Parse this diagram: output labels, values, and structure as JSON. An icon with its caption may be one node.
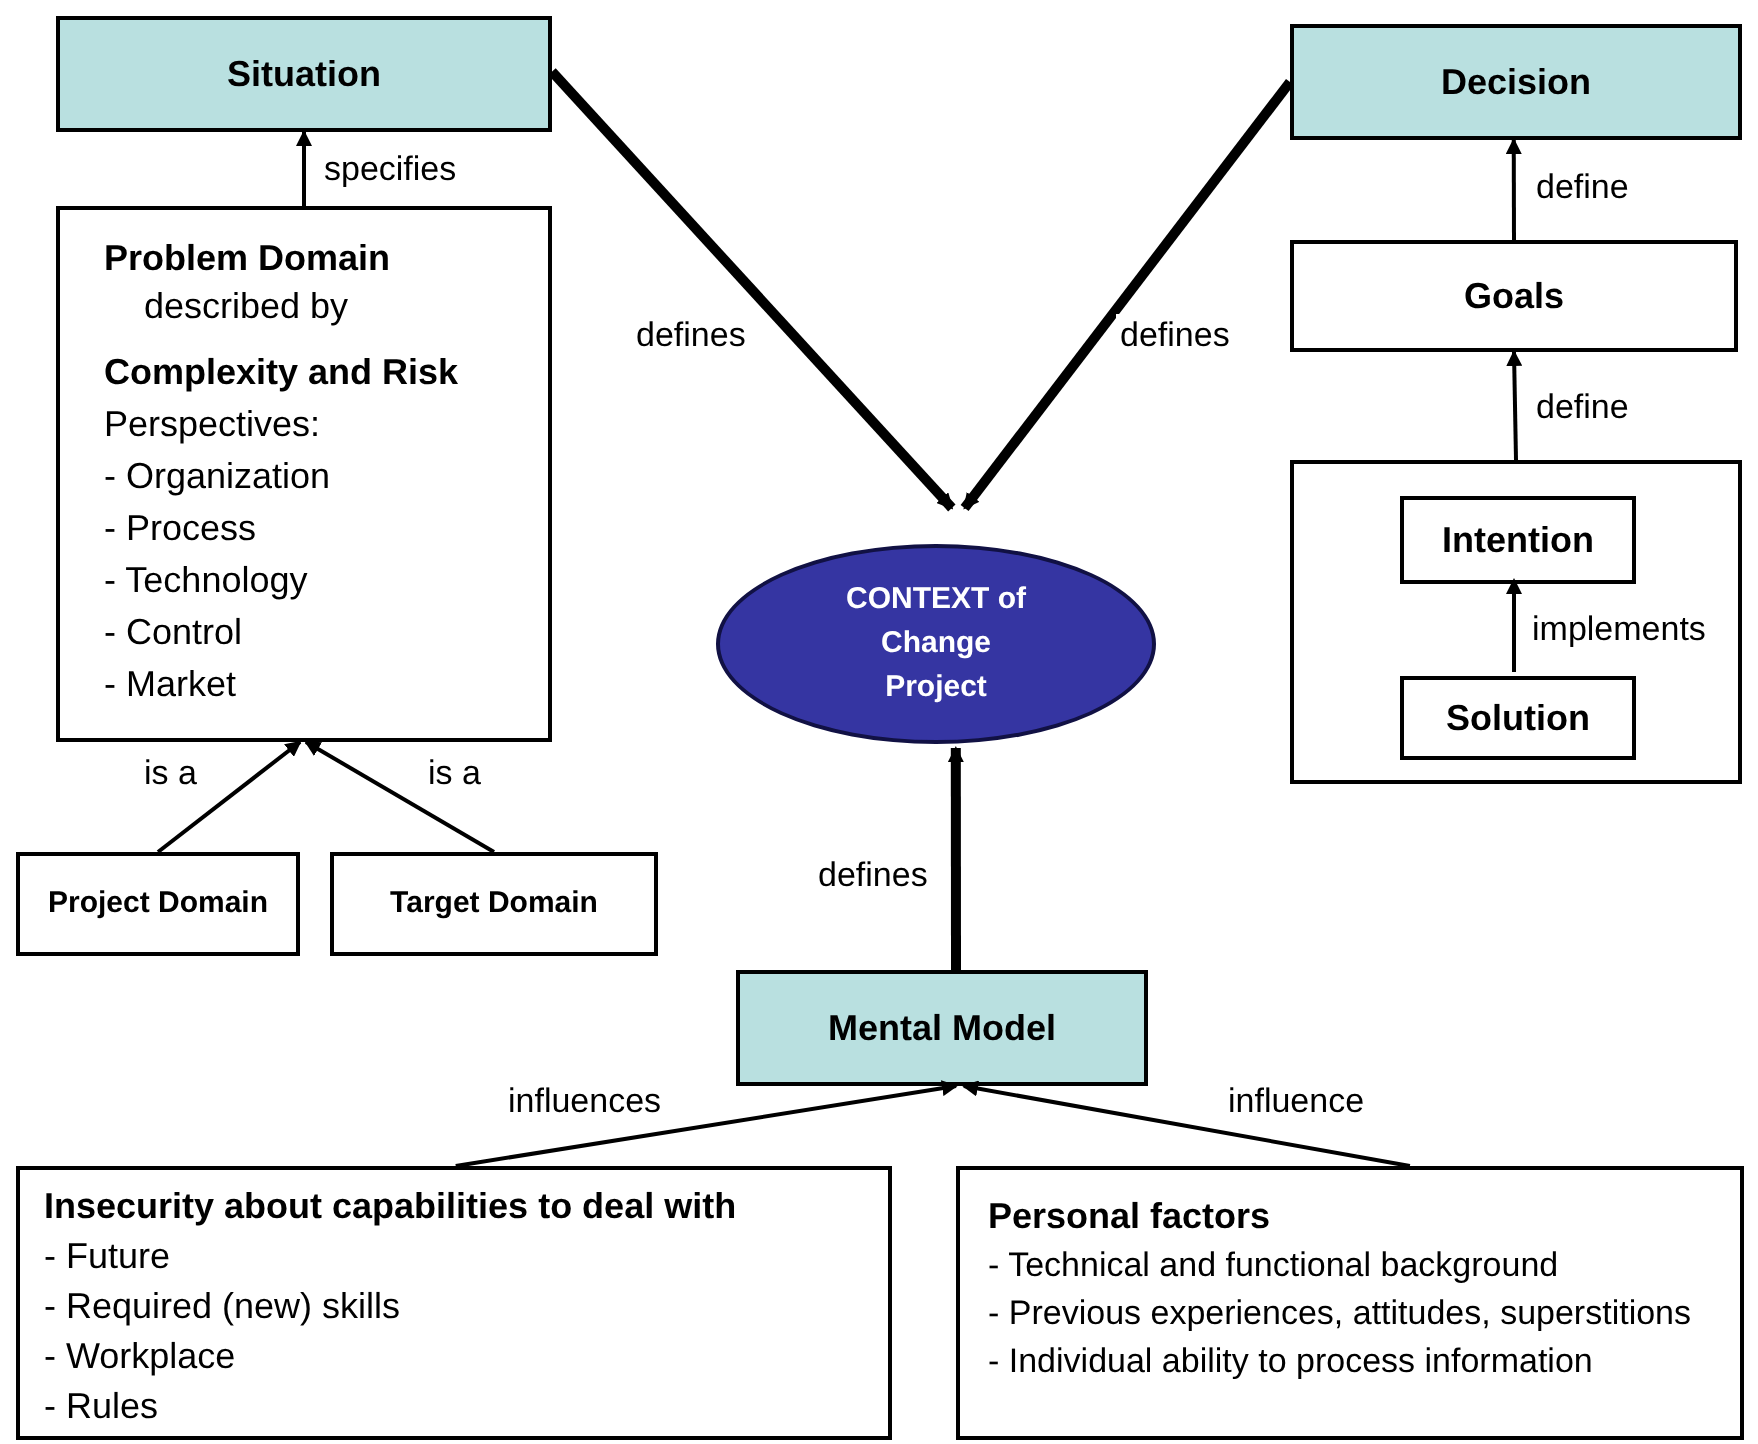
{
  "diagram": {
    "nodes": [
      {
        "text": [
          "Situation"
        ]
      },
      {
        "text": [
          "Problem Domain",
          "described by",
          "Complexity and Risk",
          "Perspectives:",
          "- Organization",
          "- Process",
          "- Technology",
          "- Control",
          "- Market"
        ]
      },
      {
        "text": [
          "Project Domain"
        ]
      },
      {
        "text": [
          "Target Domain"
        ]
      },
      {
        "text": [
          "CONTEXT of Change Project"
        ]
      },
      {
        "text": [
          "Decision"
        ]
      },
      {
        "text": [
          "Goals"
        ]
      },
      {
        "text": [],
        "shape": "box"
      },
      {
        "text": [
          "Intention"
        ],
        "in": 7
      },
      {
        "text": [
          "Solution"
        ],
        "in": 7
      },
      {
        "text": [
          "Mental Model"
        ]
      },
      {
        "text": [
          "Insecurity about capabilities to deal with",
          "- Future",
          "- Required (new) skills",
          "- Workplace",
          "- Rules"
        ]
      },
      {
        "text": [
          "Personal factors",
          "- Technical and functional background",
          "- Previous experiences, attitudes, superstitions",
          "- Individual ability to process information"
        ]
      }
    ],
    "edges": [
      {
        "from": 1,
        "to": 0,
        "arrow": "to",
        "label": "specifies"
      },
      {
        "from": 2,
        "to": 1,
        "arrow": "to",
        "label": "is a"
      },
      {
        "from": 3,
        "to": 1,
        "arrow": "to",
        "label": "is a"
      },
      {
        "from": 0,
        "to": 4,
        "arrow": "to",
        "label": "defines",
        "style": "thick"
      },
      {
        "from": 5,
        "to": 4,
        "arrow": "to",
        "label": "defines",
        "style": "thick"
      },
      {
        "from": 6,
        "to": 5,
        "arrow": "to",
        "label": "define"
      },
      {
        "from": 7,
        "to": 6,
        "arrow": "to",
        "label": "define"
      },
      {
        "from": 9,
        "to": 8,
        "arrow": "to",
        "label": "implements"
      },
      {
        "from": 10,
        "to": 4,
        "arrow": "to",
        "label": "defines",
        "style": "thick"
      },
      {
        "from": 11,
        "to": 10,
        "arrow": "to",
        "label": "influences"
      },
      {
        "from": 12,
        "to": 10,
        "arrow": "to",
        "label": "influence"
      }
    ]
  }
}
